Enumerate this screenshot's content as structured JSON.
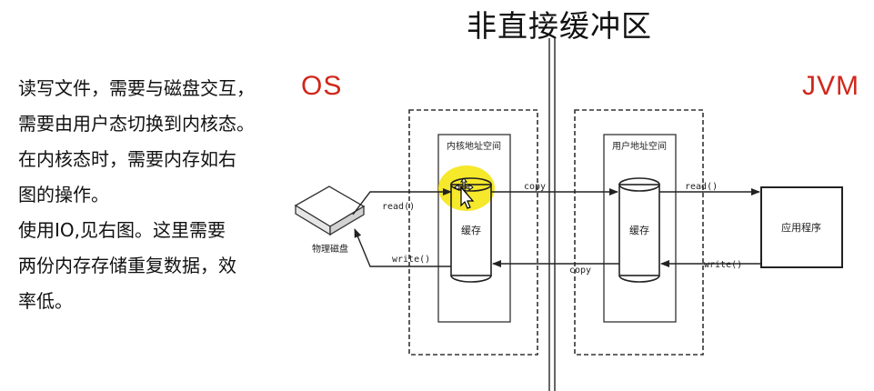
{
  "title": "非直接缓冲区",
  "description": [
    "读写文件，需要与磁盘交互，",
    "需要由用户态切换到内核态。",
    "在内核态时，需要内存如右",
    "图的操作。",
    "使用IO,见右图。这里需要",
    "两份内存存储重复数据，效",
    "率低。"
  ],
  "labels": {
    "os": "OS",
    "jvm": "JVM"
  },
  "diagram": {
    "kernel_space": "内核地址空间",
    "user_space": "用户地址空间",
    "kernel_cache": "缓存",
    "user_cache": "缓存",
    "disk": "物理磁盘",
    "app": "应用程序",
    "read_disk": "read()",
    "write_disk": "write()",
    "copy_top": "copy",
    "copy_bottom": "copy",
    "read_app": "read()",
    "write_app": "write()"
  },
  "colors": {
    "accent": "#d0271b",
    "highlight": "#f5e614"
  },
  "icons": {
    "cursor": "move-cursor-icon"
  }
}
